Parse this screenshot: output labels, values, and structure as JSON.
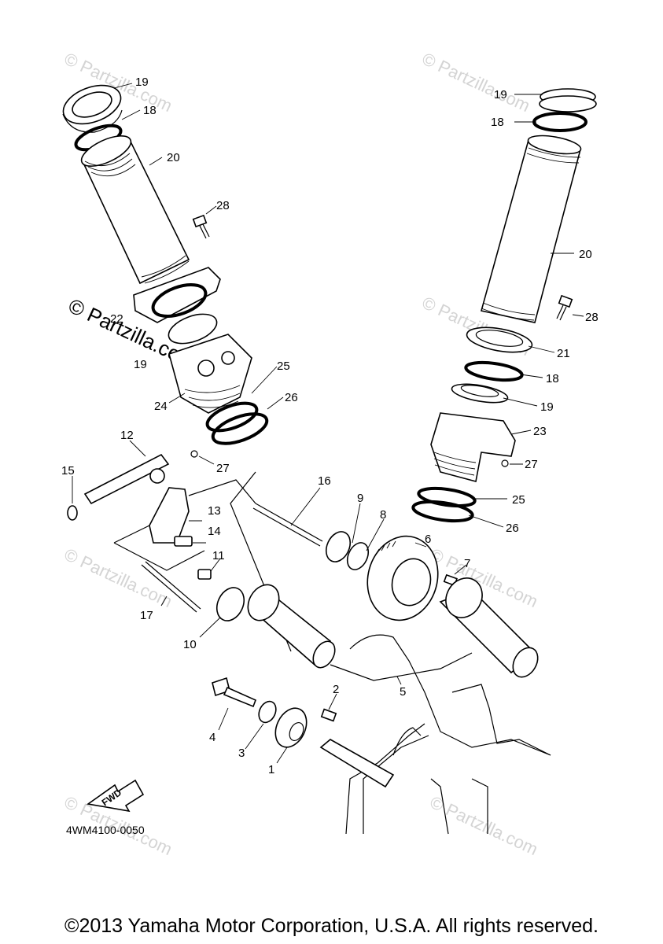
{
  "diagram_code": "4WM4100-0050",
  "fwd_label": "FWD",
  "copyright": "©2013 Yamaha Motor Corporation, U.S.A. All rights reserved.",
  "watermark": {
    "large": "© Partzilla.com",
    "small": "© Partzilla.com"
  },
  "callouts": {
    "c1": "1",
    "c2": "2",
    "c3": "3",
    "c4": "4",
    "c5": "5",
    "c6": "6",
    "c7": "7",
    "c8": "8",
    "c9": "9",
    "c10": "10",
    "c11": "11",
    "c12": "12",
    "c13": "13",
    "c14": "14",
    "c15": "15",
    "c16": "16",
    "c17": "17",
    "c18a": "18",
    "c18b": "18",
    "c18c": "18",
    "c19a": "19",
    "c19b": "19",
    "c19c": "19",
    "c19d": "19",
    "c20a": "20",
    "c20b": "20",
    "c21": "21",
    "c22": "22",
    "c23": "23",
    "c24": "24",
    "c25a": "25",
    "c25b": "25",
    "c26a": "26",
    "c26b": "26",
    "c27a": "27",
    "c27b": "27",
    "c28a": "28",
    "c28b": "28"
  }
}
